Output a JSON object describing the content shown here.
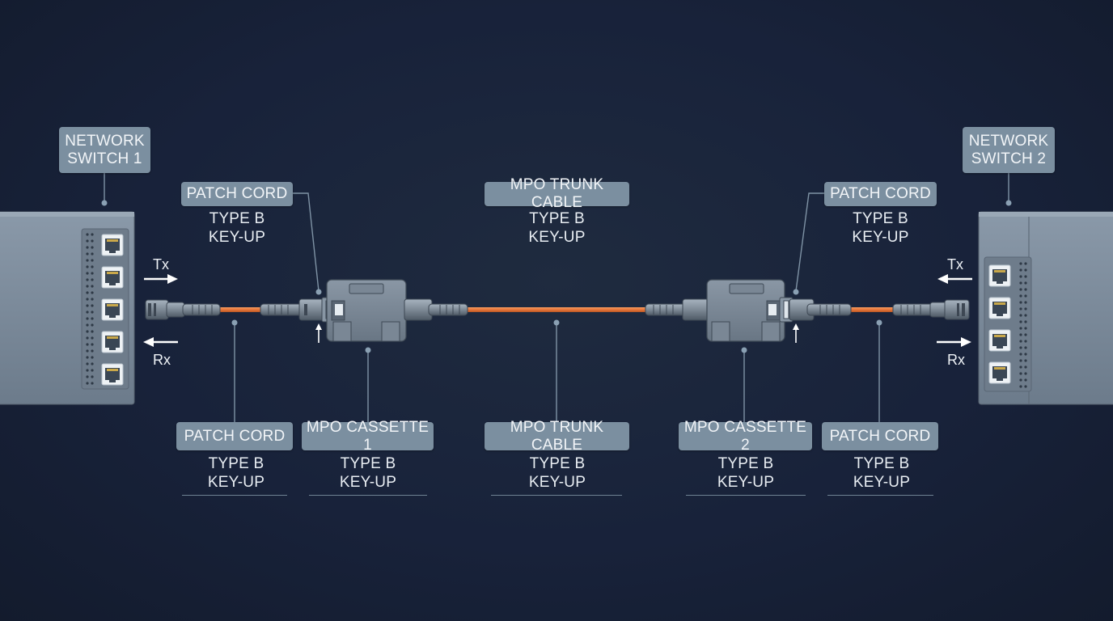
{
  "colors": {
    "background": "#18223a",
    "label_bg": "#7b8fa0",
    "fiber": "#e8763a",
    "device": "#7d8c9c",
    "leader_line": "#7f93a5"
  },
  "devices": {
    "switch_1": {
      "label": "NETWORK SWITCH 1",
      "tx": "Tx",
      "rx": "Rx",
      "ports": 5
    },
    "switch_2": {
      "label": "NETWORK SWITCH 2",
      "tx": "Tx",
      "rx": "Rx",
      "ports": 4
    }
  },
  "top_labels": {
    "patch_cord_left": {
      "title": "PATCH CORD",
      "type": "TYPE B",
      "key": "KEY-UP"
    },
    "trunk": {
      "title": "MPO TRUNK CABLE",
      "type": "TYPE B",
      "key": "KEY-UP"
    },
    "patch_cord_right": {
      "title": "PATCH CORD",
      "type": "TYPE B",
      "key": "KEY-UP"
    }
  },
  "bottom_labels": [
    {
      "title": "PATCH CORD",
      "type": "TYPE B",
      "key": "KEY-UP"
    },
    {
      "title": "MPO CASSETTE 1",
      "type": "TYPE B",
      "key": "KEY-UP"
    },
    {
      "title": "MPO TRUNK CABLE",
      "type": "TYPE B",
      "key": "KEY-UP"
    },
    {
      "title": "MPO CASSETTE 2",
      "type": "TYPE B",
      "key": "KEY-UP"
    },
    {
      "title": "PATCH CORD",
      "type": "TYPE B",
      "key": "KEY-UP"
    }
  ]
}
